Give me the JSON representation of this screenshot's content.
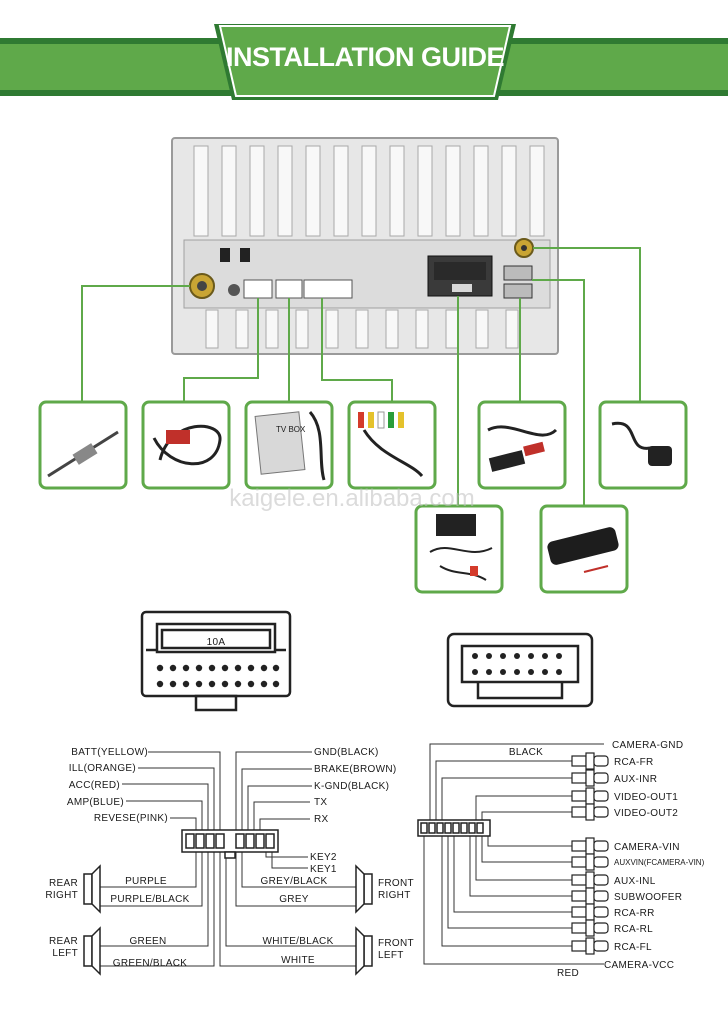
{
  "title": "INSTALLATION GUIDE",
  "watermark": "kaigele.en.alibaba.com",
  "colors": {
    "green": "#5fa94a",
    "dark_green": "#2f7a32",
    "line": "#333333"
  },
  "fuse_label": "10A",
  "unit_label": "TV BOX",
  "left_harness": {
    "left_labels": [
      "BATT(YELLOW)",
      "ILL(ORANGE)",
      "ACC(RED)",
      "AMP(BLUE)",
      "REVESE(PINK)"
    ],
    "right_labels": [
      "GND(BLACK)",
      "BRAKE(BROWN)",
      "K-GND(BLACK)",
      "TX",
      "RX"
    ],
    "key_labels": [
      "KEY2",
      "KEY1"
    ],
    "speakers": {
      "rear_right": "REAR\nRIGHT",
      "rear_left": "REAR\nLEFT",
      "front_right": "FRONT\nRIGHT",
      "front_left": "FRONT\nLEFT"
    },
    "wires": {
      "purple": "PURPLE",
      "purple_black": "PURPLE/BLACK",
      "green": "GREEN",
      "green_black": "GREEN/BLACK",
      "grey_black": "GREY/BLACK",
      "grey": "GREY",
      "white_black": "WHITE/BLACK",
      "white": "WHITE"
    }
  },
  "right_harness": {
    "black": "BLACK",
    "red": "RED",
    "labels": [
      "CAMERA-GND",
      "RCA-FR",
      "AUX-INR",
      "VIDEO-OUT1",
      "VIDEO-OUT2",
      "CAMERA-VIN",
      "AUXVIN(FCAMERA-VIN)",
      "AUX-INL",
      "SUBWOOFER",
      "RCA-RR",
      "RCA-RL",
      "RCA-FL",
      "CAMERA-VCC"
    ]
  },
  "accessories": [
    "radio-antenna",
    "radio-module",
    "tv-box",
    "rca-cable",
    "usb-cable",
    "gps-antenna",
    "aux-harness",
    "3g-dongle"
  ]
}
